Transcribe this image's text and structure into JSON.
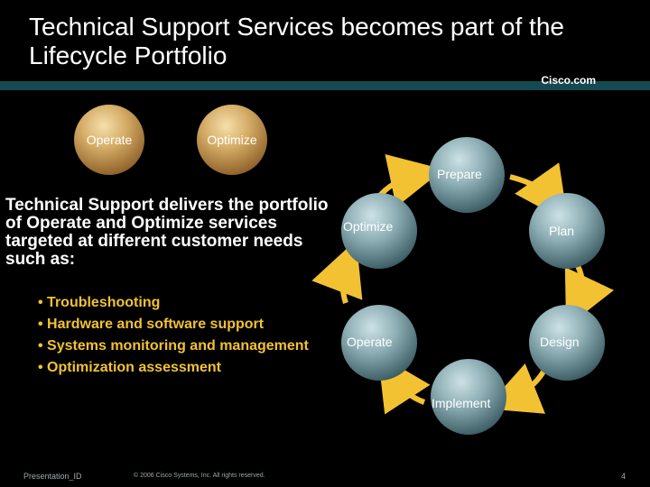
{
  "slide": {
    "title": "Technical Support Services becomes part of the Lifecycle Portfolio",
    "brand": "Cisco.com",
    "description": "Technical Support delivers the portfolio of Operate and Optimize services targeted at different customer needs such as:",
    "bullets": [
      "• Troubleshooting",
      "• Hardware and software support",
      "• Systems monitoring and management",
      "• Optimization assessment"
    ],
    "gold_balls": [
      "Operate",
      "Optimize"
    ],
    "cycle": {
      "prepare": "Prepare",
      "plan": "Plan",
      "design": "Design",
      "implement": "Implement",
      "operate": "Operate",
      "optimize": "Optimize"
    },
    "footer": {
      "left": "Presentation_ID",
      "center": "© 2006 Cisco Systems, Inc. All rights reserved.",
      "page": "4"
    },
    "colors": {
      "bullet": "#f2c233",
      "title_bar": "#164a52",
      "arrow": "#f2c233"
    }
  }
}
